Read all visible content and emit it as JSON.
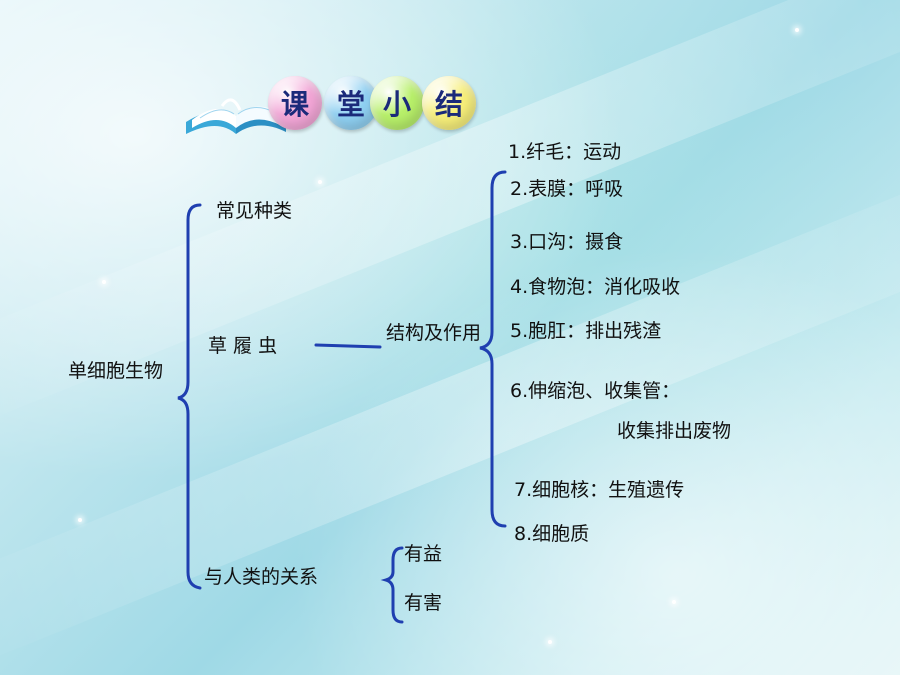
{
  "title": {
    "chars": [
      "课",
      "堂",
      "小",
      "结"
    ],
    "colors": [
      "#f3a6d7",
      "#8fd0f2",
      "#b8f06a",
      "#f7ef7a"
    ]
  },
  "root": "单细胞生物",
  "branches": {
    "common_species": "常见种类",
    "paramecium": "草 履 虫",
    "relation": "与人类的关系"
  },
  "structure_label": "结构及作用",
  "structures": [
    "1.纤毛：运动",
    "2.表膜：呼吸",
    "3.口沟：摄食",
    "4.食物泡：消化吸收",
    "5.胞肛：排出残渣",
    "6.伸缩泡、收集管：",
    "收集排出废物",
    "7.细胞核：生殖遗传",
    "8.细胞质"
  ],
  "relations": [
    "有益",
    "有害"
  ],
  "colors": {
    "bracket": "#1f3fb0",
    "text": "#111111"
  }
}
